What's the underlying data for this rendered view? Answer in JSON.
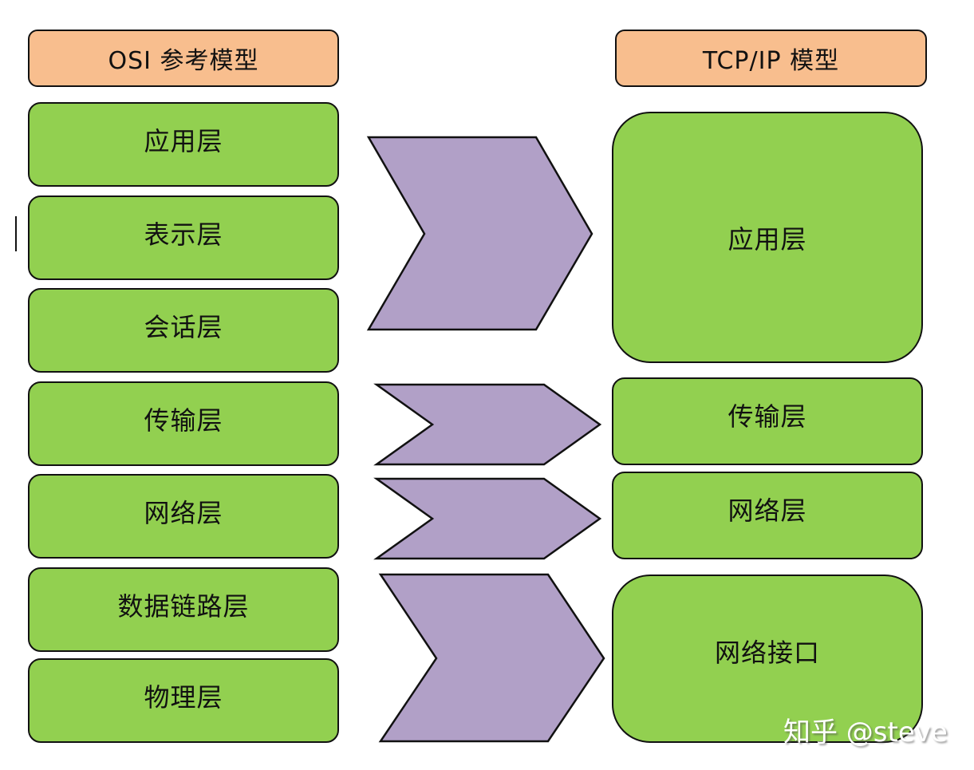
{
  "osi_model": {
    "title": "OSI 参考模型",
    "layers": [
      {
        "label": "应用层"
      },
      {
        "label": "表示层"
      },
      {
        "label": "会话层"
      },
      {
        "label": "传输层"
      },
      {
        "label": "网络层"
      },
      {
        "label": "数据链路层"
      },
      {
        "label": "物理层"
      }
    ]
  },
  "tcpip_model": {
    "title": "TCP/IP 模型",
    "layers": [
      {
        "label": "应用层",
        "maps_from": [
          "应用层",
          "表示层",
          "会话层"
        ]
      },
      {
        "label": "传输层",
        "maps_from": [
          "传输层"
        ]
      },
      {
        "label": "网络层",
        "maps_from": [
          "网络层"
        ]
      },
      {
        "label": "网络接口",
        "maps_from": [
          "数据链路层",
          "物理层"
        ]
      }
    ]
  },
  "mappings": [
    {
      "from": [
        "应用层",
        "表示层",
        "会话层"
      ],
      "to": "应用层"
    },
    {
      "from": [
        "传输层"
      ],
      "to": "传输层"
    },
    {
      "from": [
        "网络层"
      ],
      "to": "网络层"
    },
    {
      "from": [
        "数据链路层",
        "物理层"
      ],
      "to": "网络接口"
    }
  ],
  "colors": {
    "header_fill": "#F8BE8E",
    "layer_fill": "#92D050",
    "arrow_fill": "#B1A0C7",
    "outline": "#111111"
  },
  "watermark": "知乎 @steve"
}
